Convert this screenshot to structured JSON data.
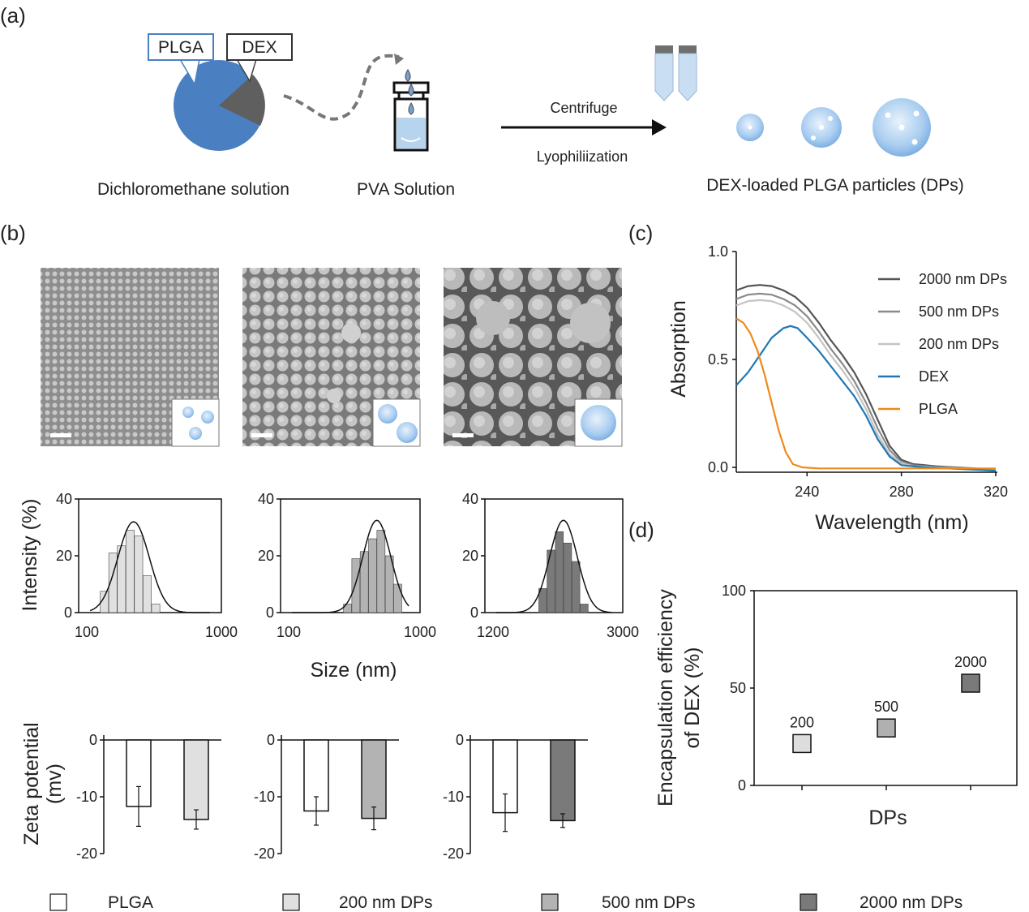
{
  "colors": {
    "plga_blue": "#4a7fc1",
    "dex_gray": "#5f5f5f",
    "bar_light": "#e0e0e0",
    "bar_mid": "#b3b3b3",
    "bar_dark": "#7a7a7a",
    "dex_line": "#1f77b4",
    "plga_line": "#ee8a1b"
  },
  "panels": {
    "a": "(a)",
    "b": "(b)",
    "c": "(c)",
    "d": "(d)"
  },
  "schematic": {
    "plga_tag": "PLGA",
    "dex_tag": "DEX",
    "solution_caption": "Dichloromethane solution",
    "pva_caption": "PVA Solution",
    "arrow_top": "Centrifuge",
    "arrow_bottom": "Lyophiliization",
    "particles_caption": "DEX-loaded PLGA particles (DPs)"
  },
  "chart_data": [
    {
      "id": "size-dist-200",
      "type": "bar",
      "ylabel": "Intensity (%)",
      "xlabel": "Size (nm)",
      "x_ticks": [
        "100",
        "1000"
      ],
      "y_ticks": [
        "0",
        "20",
        "40"
      ],
      "ylim": [
        0,
        40
      ],
      "bars": [
        {
          "x": 0.18,
          "v": 7.5
        },
        {
          "x": 0.24,
          "v": 21
        },
        {
          "x": 0.3,
          "v": 23.5
        },
        {
          "x": 0.36,
          "v": 29
        },
        {
          "x": 0.42,
          "v": 27
        },
        {
          "x": 0.48,
          "v": 13
        },
        {
          "x": 0.54,
          "v": 3
        }
      ],
      "fit_peak": 32,
      "fit_center": 0.385,
      "fit_sigma": 0.11
    },
    {
      "id": "size-dist-500",
      "type": "bar",
      "ylabel": "Intensity (%)",
      "xlabel": "Size (nm)",
      "x_ticks": [
        "100",
        "1000"
      ],
      "y_ticks": [
        "0",
        "20",
        "40"
      ],
      "ylim": [
        0,
        40
      ],
      "bars": [
        {
          "x": 0.48,
          "v": 3
        },
        {
          "x": 0.54,
          "v": 19
        },
        {
          "x": 0.6,
          "v": 21.5
        },
        {
          "x": 0.66,
          "v": 26
        },
        {
          "x": 0.72,
          "v": 29
        },
        {
          "x": 0.78,
          "v": 20
        },
        {
          "x": 0.84,
          "v": 10
        }
      ],
      "fit_peak": 32.5,
      "fit_center": 0.69,
      "fit_sigma": 0.1
    },
    {
      "id": "size-dist-2000",
      "type": "bar",
      "ylabel": "Intensity (%)",
      "xlabel": "Size (nm)",
      "x_ticks": [
        "1200",
        "3000"
      ],
      "y_ticks": [
        "0",
        "20",
        "40"
      ],
      "ylim": [
        0,
        40
      ],
      "bars": [
        {
          "x": 0.42,
          "v": 8.5
        },
        {
          "x": 0.48,
          "v": 22
        },
        {
          "x": 0.54,
          "v": 28.5
        },
        {
          "x": 0.6,
          "v": 24.5
        },
        {
          "x": 0.66,
          "v": 18
        },
        {
          "x": 0.72,
          "v": 3
        }
      ],
      "fit_peak": 32.5,
      "fit_center": 0.57,
      "fit_sigma": 0.1
    },
    {
      "id": "zeta-200",
      "type": "bar",
      "ylabel": "Zeta potential (mv)",
      "y_ticks": [
        "0",
        "-10",
        "-20"
      ],
      "ylim": [
        -20,
        0
      ],
      "series": [
        {
          "name": "PLGA",
          "value": -11.7,
          "err": 3.5
        },
        {
          "name": "200 nm DPs",
          "value": -14,
          "err": 1.7
        }
      ]
    },
    {
      "id": "zeta-500",
      "type": "bar",
      "ylabel": "Zeta potential (mv)",
      "y_ticks": [
        "0",
        "-10",
        "-20"
      ],
      "ylim": [
        -20,
        0
      ],
      "series": [
        {
          "name": "PLGA",
          "value": -12.5,
          "err": 2.5
        },
        {
          "name": "500 nm DPs",
          "value": -13.8,
          "err": 2
        }
      ]
    },
    {
      "id": "zeta-2000",
      "type": "bar",
      "ylabel": "Zeta potential (mv)",
      "y_ticks": [
        "0",
        "-10",
        "-20"
      ],
      "ylim": [
        -20,
        0
      ],
      "series": [
        {
          "name": "PLGA",
          "value": -12.8,
          "err": 3.3
        },
        {
          "name": "2000 nm DPs",
          "value": -14.2,
          "err": 1.2
        }
      ]
    },
    {
      "id": "absorption",
      "type": "line",
      "xlabel": "Wavelength (nm)",
      "ylabel": "Absorption",
      "xlim": [
        210,
        320
      ],
      "ylim": [
        0,
        1
      ],
      "x_ticks": [
        "240",
        "280",
        "320"
      ],
      "y_ticks": [
        "0.0",
        "0.5",
        "1.0"
      ],
      "series": [
        {
          "name": "2000 nm DPs",
          "color": "#555555",
          "points": [
            [
              210,
              0.82
            ],
            [
              215,
              0.84
            ],
            [
              220,
              0.845
            ],
            [
              225,
              0.84
            ],
            [
              230,
              0.82
            ],
            [
              235,
              0.79
            ],
            [
              240,
              0.74
            ],
            [
              245,
              0.67
            ],
            [
              250,
              0.59
            ],
            [
              255,
              0.52
            ],
            [
              260,
              0.44
            ],
            [
              265,
              0.34
            ],
            [
              270,
              0.22
            ],
            [
              275,
              0.1
            ],
            [
              280,
              0.035
            ],
            [
              285,
              0.015
            ],
            [
              295,
              0.005
            ],
            [
              320,
              -0.01
            ]
          ]
        },
        {
          "name": "500 nm DPs",
          "color": "#8a8a8a",
          "points": [
            [
              210,
              0.78
            ],
            [
              215,
              0.8
            ],
            [
              220,
              0.805
            ],
            [
              225,
              0.8
            ],
            [
              230,
              0.78
            ],
            [
              235,
              0.75
            ],
            [
              240,
              0.7
            ],
            [
              245,
              0.63
            ],
            [
              250,
              0.55
            ],
            [
              255,
              0.48
            ],
            [
              260,
              0.4
            ],
            [
              265,
              0.3
            ],
            [
              270,
              0.18
            ],
            [
              275,
              0.08
            ],
            [
              280,
              0.025
            ],
            [
              285,
              0.01
            ],
            [
              295,
              0.0
            ],
            [
              320,
              -0.01
            ]
          ]
        },
        {
          "name": "200 nm DPs",
          "color": "#c4c4c4",
          "points": [
            [
              210,
              0.75
            ],
            [
              215,
              0.77
            ],
            [
              220,
              0.775
            ],
            [
              225,
              0.77
            ],
            [
              230,
              0.75
            ],
            [
              235,
              0.72
            ],
            [
              240,
              0.67
            ],
            [
              245,
              0.6
            ],
            [
              250,
              0.52
            ],
            [
              255,
              0.45
            ],
            [
              260,
              0.37
            ],
            [
              265,
              0.27
            ],
            [
              270,
              0.15
            ],
            [
              275,
              0.06
            ],
            [
              280,
              0.02
            ],
            [
              285,
              0.005
            ],
            [
              295,
              0.0
            ],
            [
              320,
              -0.01
            ]
          ]
        },
        {
          "name": "DEX",
          "color": "#1f77b4",
          "points": [
            [
              210,
              0.38
            ],
            [
              215,
              0.44
            ],
            [
              220,
              0.52
            ],
            [
              225,
              0.6
            ],
            [
              230,
              0.645
            ],
            [
              233,
              0.655
            ],
            [
              236,
              0.645
            ],
            [
              240,
              0.6
            ],
            [
              245,
              0.54
            ],
            [
              250,
              0.47
            ],
            [
              255,
              0.4
            ],
            [
              260,
              0.33
            ],
            [
              265,
              0.24
            ],
            [
              270,
              0.13
            ],
            [
              275,
              0.05
            ],
            [
              280,
              0.01
            ],
            [
              290,
              0.0
            ],
            [
              320,
              -0.015
            ]
          ]
        },
        {
          "name": "PLGA",
          "color": "#ee8a1b",
          "points": [
            [
              210,
              0.69
            ],
            [
              213,
              0.67
            ],
            [
              216,
              0.62
            ],
            [
              219,
              0.54
            ],
            [
              222,
              0.43
            ],
            [
              225,
              0.3
            ],
            [
              228,
              0.17
            ],
            [
              231,
              0.07
            ],
            [
              234,
              0.015
            ],
            [
              238,
              0.0
            ],
            [
              245,
              -0.005
            ],
            [
              260,
              -0.005
            ],
            [
              280,
              -0.005
            ],
            [
              300,
              -0.005
            ],
            [
              320,
              -0.005
            ]
          ]
        }
      ]
    },
    {
      "id": "encapsulation",
      "type": "scatter",
      "xlabel": "DPs",
      "ylabel": "Encapsulation efficiency of DEX (%)",
      "ylim": [
        0,
        100
      ],
      "y_ticks": [
        "0",
        "50",
        "100"
      ],
      "points": [
        {
          "label": "200",
          "value": 21.5,
          "color": "#dddddd"
        },
        {
          "label": "500",
          "value": 29.5,
          "color": "#b0b0b0"
        },
        {
          "label": "2000",
          "value": 52.5,
          "color": "#7a7a7a"
        }
      ]
    }
  ],
  "sem_scale_bar": "",
  "legend": [
    {
      "label": "PLGA",
      "color": "#ffffff"
    },
    {
      "label": "200 nm  DPs",
      "color": "#e0e0e0"
    },
    {
      "label": "500 nm  DPs",
      "color": "#b3b3b3"
    },
    {
      "label": "2000 nm DPs",
      "color": "#7a7a7a"
    }
  ],
  "size_axis_title": "Size (nm)",
  "zeta_axis_title_1": "Zeta potential",
  "zeta_axis_title_2": "(mv)",
  "enc_axis_title_1": "Encapsulation efficiency",
  "enc_axis_title_2": "of DEX (%)"
}
